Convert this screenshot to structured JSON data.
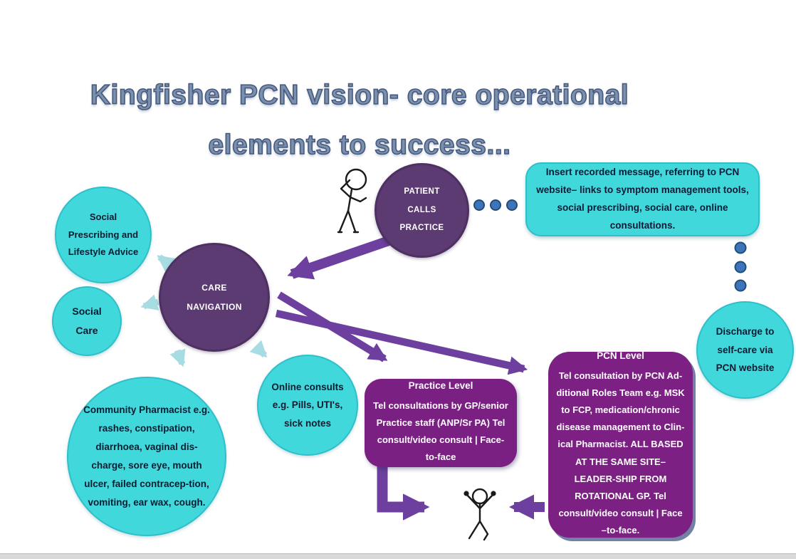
{
  "title": {
    "line1": "Kingfisher PCN vision- core operational",
    "line2": "elements to success..."
  },
  "nodes": {
    "patient_calls": {
      "label": "PATIENT CALLS PRACTICE"
    },
    "recorded_message": {
      "text": "Insert recorded message, referring to PCN website– links to symptom management tools, social prescribing, social care, online consultations."
    },
    "care_navigation": {
      "label": "CARE NAVIGATION"
    },
    "social_prescribing": {
      "label": "Social Prescribing and Lifestyle Advice"
    },
    "social_care": {
      "label": "Social Care"
    },
    "community_pharmacist": {
      "label": "Community Pharmacist e.g. rashes, constipation, diarrhoea, vaginal dis-charge, sore eye, mouth ulcer, failed contracep-tion, vomiting, ear wax, cough."
    },
    "online_consults": {
      "label": "Online consults e.g. Pills, UTI's, sick notes"
    },
    "discharge_self_care": {
      "label": "Discharge to self-care via PCN website"
    },
    "practice_level": {
      "heading": "Practice Level",
      "body": "Tel consultations by GP/senior Practice staff (ANP/Sr PA) Tel consult/video consult | Face-to-face"
    },
    "pcn_level": {
      "heading": "PCN Level",
      "body": "Tel consultation by PCN Ad-ditional Roles Team e.g. MSK to FCP, medication/chronic disease management to Clin-ical Pharmacist. ALL BASED AT THE SAME SITE– LEADER-SHIP FROM ROTATIONAL GP. Tel consult/video consult | Face –to-face."
    }
  },
  "icons": {
    "patient_on_phone": "stick-figure-holding-phone",
    "patient_happy": "stick-figure-arms-raised",
    "ellipsis_horizontal": "three-blue-dots",
    "ellipsis_vertical": "three-blue-dots"
  },
  "colors": {
    "title_text": "#7b90ad",
    "title_outline": "#46597e",
    "purple_circle": "#5c3a72",
    "purple_box": "#7a2082",
    "cyan_fill": "#41d8dc",
    "cyan_border": "#2fbfca",
    "arrow_purple": "#6d3f9e",
    "arrow_cyan": "#a7dde2",
    "dot_blue": "#3e74ba",
    "dot_border": "#1f4e79",
    "dark_text": "#0e1b30",
    "white_text": "#ffffff",
    "bottom_band": "#d9d9d9"
  }
}
